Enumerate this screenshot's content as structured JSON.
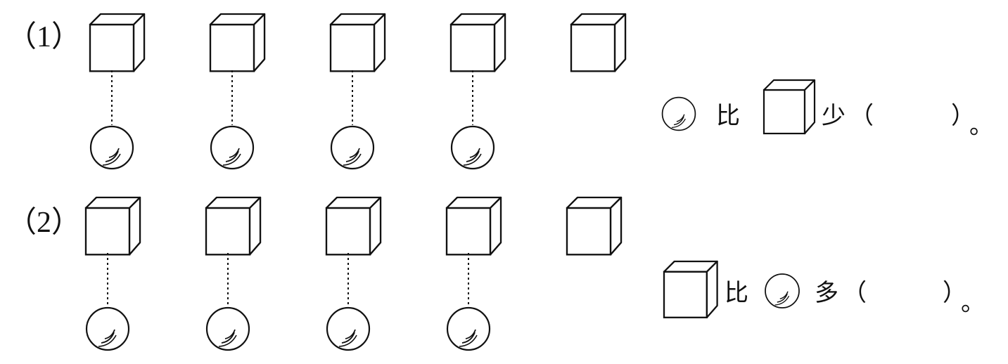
{
  "problems": [
    {
      "label": "（1）",
      "cube_count": 5,
      "ball_count": 4,
      "sentence": {
        "subject": "ball",
        "compare_word": "比",
        "object": "cube",
        "relation_word": "少",
        "open_paren": "（",
        "close_paren": "）",
        "period": "。",
        "answer": ""
      }
    },
    {
      "label": "（2）",
      "cube_count": 5,
      "ball_count": 4,
      "sentence": {
        "subject": "cube",
        "compare_word": "比",
        "object": "ball",
        "relation_word": "多",
        "open_paren": "（",
        "close_paren": "）",
        "period": "。",
        "answer": ""
      }
    }
  ],
  "icons": {
    "cube": "cube-icon",
    "ball": "ball-icon"
  }
}
